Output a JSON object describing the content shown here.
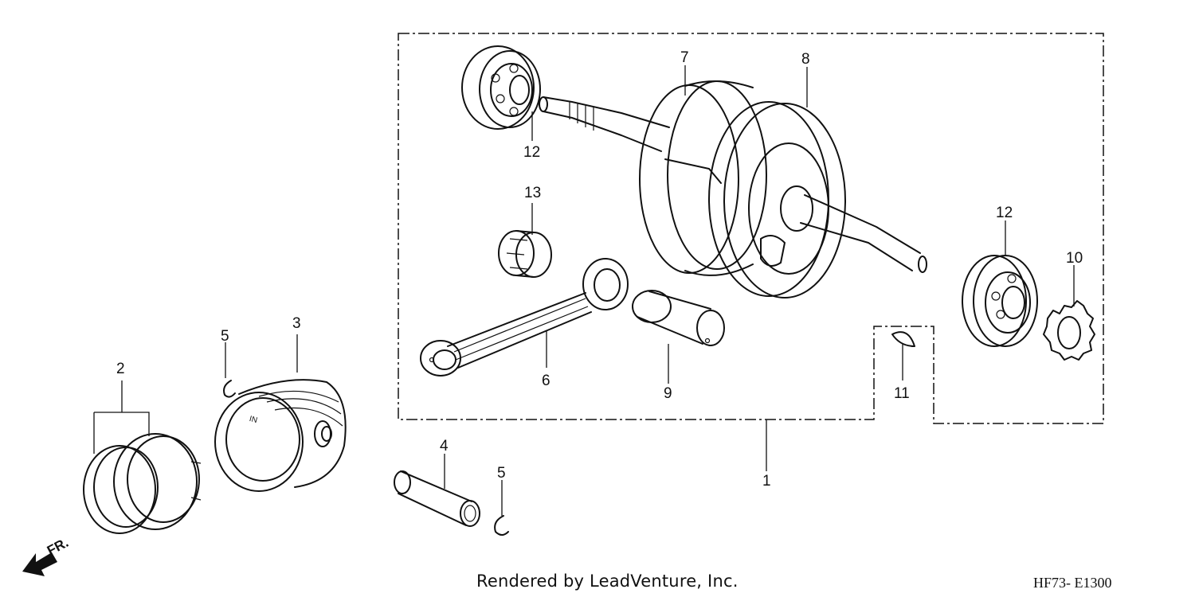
{
  "labels": {
    "l1": "1",
    "l2": "2",
    "l3": "3",
    "l4": "4",
    "l5a": "5",
    "l5b": "5",
    "l6": "6",
    "l7": "7",
    "l8": "8",
    "l9": "9",
    "l10": "10",
    "l11": "11",
    "l12a": "12",
    "l12b": "12",
    "l13": "13"
  },
  "front_arrow": "FR.",
  "piston_mark": "IN",
  "footer": {
    "credit": "Rendered by LeadVenture, Inc.",
    "code": "HF73- E1300"
  }
}
